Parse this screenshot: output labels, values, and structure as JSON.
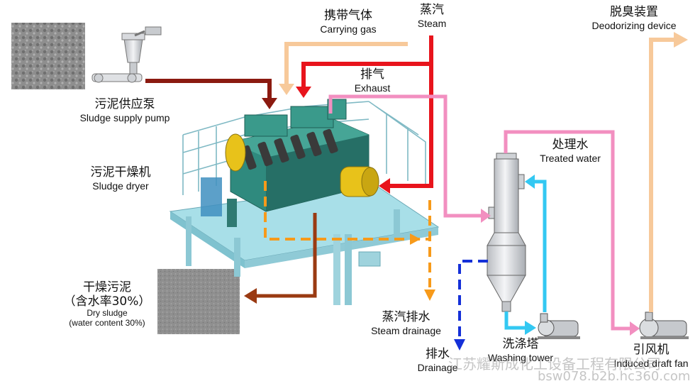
{
  "labels": {
    "carrying_gas": {
      "zh": "携带气体",
      "en": "Carrying gas"
    },
    "steam": {
      "zh": "蒸汽",
      "en": "Steam"
    },
    "deodorizing": {
      "zh": "脱臭装置",
      "en": "Deodorizing device"
    },
    "exhaust": {
      "zh": "排气",
      "en": "Exhaust"
    },
    "sludge_pump": {
      "zh": "污泥供应泵",
      "en": "Sludge supply pump"
    },
    "treated_water": {
      "zh": "处理水",
      "en": "Treated water"
    },
    "sludge_dryer": {
      "zh": "污泥干燥机",
      "en": "Sludge dryer"
    },
    "dry_sludge": {
      "zh": "干燥污泥",
      "zh2": "（含水率30%）",
      "en": "Dry sludge",
      "en2": "(water content 30%)"
    },
    "steam_drainage": {
      "zh": "蒸汽排水",
      "en": "Steam drainage"
    },
    "washing_tower": {
      "zh": "洗涤塔",
      "en": "Washing tower"
    },
    "drainage": {
      "zh": "排水",
      "en": "Drainage"
    },
    "draft_fan": {
      "zh": "引风机",
      "en": "Induced draft fan"
    }
  },
  "watermark": {
    "company": "江苏耀斯成化工设备工程有限公司",
    "site": "bsw078.b2b.hc360.com"
  },
  "colors": {
    "sludge_feed": "#8b1a10",
    "steam": "#e8141c",
    "carrying_gas": "#f7c99a",
    "exhaust": "#f28fc0",
    "treated_water": "#33c8f2",
    "steam_drainage": "#f79a1a",
    "drainage": "#1530d8",
    "dry_sludge": "#9a3a12",
    "deodorizing": "#f7c99a",
    "machine_teal": "#2f8a7e",
    "machine_yellow": "#e8c21a"
  }
}
